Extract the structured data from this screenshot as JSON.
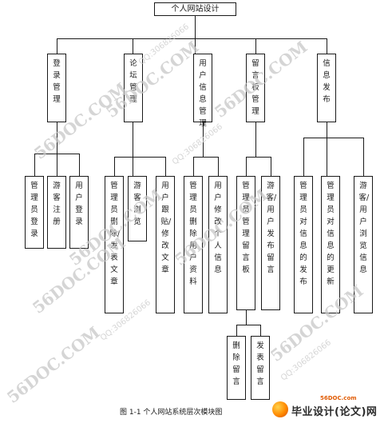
{
  "root": {
    "label": "个人网站设计"
  },
  "modules": [
    {
      "label": "登录管理",
      "children": [
        "管理员登录",
        "游客注册",
        "用户登录"
      ]
    },
    {
      "label": "论坛管理",
      "children": [
        "管理员删除/发表文章",
        "游客浏览",
        "用户跟贴/修改文章"
      ]
    },
    {
      "label": "用户信息管理",
      "children": [
        "管理员删除用户资料",
        "用户修改个人信息"
      ]
    },
    {
      "label": "留言板管理",
      "children": [
        "管理员管理留言板",
        "游客/用户发布留言"
      ],
      "sub_children": [
        "删除留言",
        "发表留言"
      ]
    },
    {
      "label": "信息发布",
      "children": [
        "管理员对信息的发布",
        "管理员对信息的更新",
        "游客/用户浏览信息"
      ]
    }
  ],
  "caption": "图 1-1 个人网站系统层次模块图",
  "watermarks": {
    "site": "56DOC.COM",
    "qq": "QQ:306826066"
  },
  "logo": {
    "site": "56DOC.com",
    "text": "毕业设计(论文)网"
  }
}
